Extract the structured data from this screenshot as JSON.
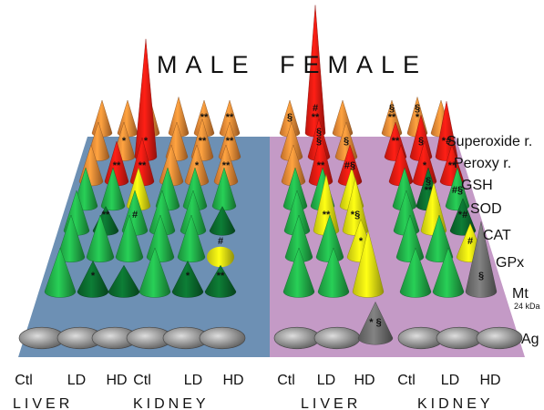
{
  "chart_data": {
    "type": "3d-cone",
    "panels": [
      {
        "key": "male",
        "title": "MALE",
        "organs": [
          "LIVER",
          "KIDNEY"
        ]
      },
      {
        "key": "female",
        "title": "FEMALE",
        "organs": [
          "LIVER",
          "KIDNEY"
        ]
      }
    ],
    "groups": [
      "Ctl",
      "LD",
      "HD"
    ],
    "rows": [
      {
        "label": "Superoxide r.",
        "sub": ""
      },
      {
        "label": "Peroxy r.",
        "sub": ""
      },
      {
        "label": "GSH",
        "sub": ""
      },
      {
        "label": "SOD",
        "sub": ""
      },
      {
        "label": "CAT",
        "sub": ""
      },
      {
        "label": "GPx",
        "sub": ""
      },
      {
        "label": "Mt",
        "sub": "24 kDa"
      },
      {
        "label": "Ag",
        "sub": ""
      }
    ],
    "colors": {
      "orange": "#f08a36",
      "red": "#ea1a12",
      "green": "#22b04a",
      "darkgreen": "#0b6b2e",
      "yellow": "#ecea12",
      "gray": "#6f6f6f",
      "male_plane": "#6d90b4",
      "female_plane": "#c49ac6"
    },
    "cells": [
      [
        {
          "c": "orange",
          "h": 1.0,
          "m": ""
        },
        {
          "c": "orange",
          "h": 1.0,
          "m": ""
        },
        {
          "c": "orange",
          "h": 1.1,
          "m": ""
        },
        {
          "c": "orange",
          "h": 1.1,
          "m": ""
        },
        {
          "c": "orange",
          "h": 1.0,
          "m": "**"
        },
        {
          "c": "orange",
          "h": 1.0,
          "m": "**"
        },
        {
          "c": "orange",
          "h": 1.0,
          "m": "§"
        },
        {
          "c": "red",
          "h": 3.9,
          "m": "#\n**"
        },
        {
          "c": "orange",
          "h": 1.0,
          "m": ""
        },
        {
          "c": "orange",
          "h": 1.0,
          "m": "§\n**"
        },
        {
          "c": "orange",
          "h": 1.1,
          "m": "§\n*"
        },
        {
          "c": "orange",
          "h": 1.0,
          "m": ""
        }
      ],
      [
        {
          "c": "orange",
          "h": 1.0,
          "m": ""
        },
        {
          "c": "orange",
          "h": 1.0,
          "m": "*"
        },
        {
          "c": "red",
          "h": 3.4,
          "m": "*"
        },
        {
          "c": "orange",
          "h": 1.0,
          "m": ""
        },
        {
          "c": "orange",
          "h": 1.1,
          "m": "**"
        },
        {
          "c": "orange",
          "h": 1.0,
          "m": "**"
        },
        {
          "c": "orange",
          "h": 1.0,
          "m": ""
        },
        {
          "c": "red",
          "h": 1.1,
          "m": "§\n§"
        },
        {
          "c": "orange",
          "h": 1.0,
          "m": "§"
        },
        {
          "c": "red",
          "h": 1.0,
          "m": "**"
        },
        {
          "c": "red",
          "h": 1.2,
          "m": "§"
        },
        {
          "c": "red",
          "h": 1.6,
          "m": "*#"
        }
      ],
      [
        {
          "c": "orange",
          "h": 1.0,
          "m": ""
        },
        {
          "c": "red",
          "h": 1.1,
          "m": "**"
        },
        {
          "c": "red",
          "h": 1.2,
          "m": "**"
        },
        {
          "c": "orange",
          "h": 1.0,
          "m": ""
        },
        {
          "c": "orange",
          "h": 1.0,
          "m": "*"
        },
        {
          "c": "orange",
          "h": 1.0,
          "m": "**"
        },
        {
          "c": "orange",
          "h": 1.0,
          "m": ""
        },
        {
          "c": "red",
          "h": 1.3,
          "m": "**"
        },
        {
          "c": "red",
          "h": 1.0,
          "m": "#§"
        },
        {
          "c": "red",
          "h": 1.0,
          "m": ""
        },
        {
          "c": "red",
          "h": 1.1,
          "m": "*"
        },
        {
          "c": "red",
          "h": 1.0,
          "m": "**"
        }
      ],
      [
        {
          "c": "green",
          "h": 1.0,
          "m": ""
        },
        {
          "c": "green",
          "h": 1.0,
          "m": ""
        },
        {
          "c": "yellow",
          "h": 1.0,
          "m": ""
        },
        {
          "c": "green",
          "h": 1.0,
          "m": ""
        },
        {
          "c": "green",
          "h": 1.0,
          "m": ""
        },
        {
          "c": "green",
          "h": 1.0,
          "m": ""
        },
        {
          "c": "green",
          "h": 1.0,
          "m": ""
        },
        {
          "c": "green",
          "h": 1.0,
          "m": ""
        },
        {
          "c": "yellow",
          "h": 1.0,
          "m": ""
        },
        {
          "c": "green",
          "h": 1.0,
          "m": ""
        },
        {
          "c": "darkgreen",
          "h": 1.0,
          "m": "§\n**"
        },
        {
          "c": "green",
          "h": 1.0,
          "m": "#§"
        }
      ],
      [
        {
          "c": "green",
          "h": 1.0,
          "m": ""
        },
        {
          "c": "darkgreen",
          "h": 0.6,
          "m": "**"
        },
        {
          "c": "green",
          "h": 1.0,
          "m": "#"
        },
        {
          "c": "green",
          "h": 1.0,
          "m": ""
        },
        {
          "c": "green",
          "h": 1.0,
          "m": ""
        },
        {
          "c": "darkgreen",
          "h": 0.6,
          "m": ""
        },
        {
          "c": "green",
          "h": 1.0,
          "m": ""
        },
        {
          "c": "yellow",
          "h": 1.4,
          "m": "**"
        },
        {
          "c": "yellow",
          "h": 1.3,
          "m": "*§"
        },
        {
          "c": "green",
          "h": 1.0,
          "m": ""
        },
        {
          "c": "yellow",
          "h": 1.2,
          "m": ""
        },
        {
          "c": "darkgreen",
          "h": 0.8,
          "m": "*#"
        }
      ],
      [
        {
          "c": "green",
          "h": 1.0,
          "m": ""
        },
        {
          "c": "green",
          "h": 1.0,
          "m": ""
        },
        {
          "c": "green",
          "h": 1.0,
          "m": ""
        },
        {
          "c": "green",
          "h": 1.0,
          "m": ""
        },
        {
          "c": "green",
          "h": 1.0,
          "m": ""
        },
        {
          "c": "yellow",
          "h": 0.05,
          "m": "#"
        },
        {
          "c": "green",
          "h": 1.0,
          "m": ""
        },
        {
          "c": "green",
          "h": 1.0,
          "m": ""
        },
        {
          "c": "yellow",
          "h": 0.9,
          "m": "*"
        },
        {
          "c": "green",
          "h": 1.0,
          "m": ""
        },
        {
          "c": "green",
          "h": 1.0,
          "m": ""
        },
        {
          "c": "yellow",
          "h": 0.8,
          "m": "#"
        }
      ],
      [
        {
          "c": "green",
          "h": 1.0,
          "m": ""
        },
        {
          "c": "darkgreen",
          "h": 0.7,
          "m": "*"
        },
        {
          "c": "darkgreen",
          "h": 0.6,
          "m": ""
        },
        {
          "c": "green",
          "h": 1.0,
          "m": ""
        },
        {
          "c": "darkgreen",
          "h": 0.7,
          "m": "*"
        },
        {
          "c": "darkgreen",
          "h": 0.6,
          "m": "**"
        },
        {
          "c": "green",
          "h": 1.0,
          "m": ""
        },
        {
          "c": "green",
          "h": 1.0,
          "m": ""
        },
        {
          "c": "yellow",
          "h": 1.4,
          "m": ""
        },
        {
          "c": "green",
          "h": 1.0,
          "m": ""
        },
        {
          "c": "green",
          "h": 1.0,
          "m": ""
        },
        {
          "c": "gray",
          "h": 1.6,
          "m": "§"
        }
      ],
      [
        {
          "c": "gray",
          "h": 0.0,
          "m": ""
        },
        {
          "c": "gray",
          "h": 0.0,
          "m": ""
        },
        {
          "c": "gray",
          "h": 0.0,
          "m": ""
        },
        {
          "c": "gray",
          "h": 0.0,
          "m": ""
        },
        {
          "c": "gray",
          "h": 0.0,
          "m": ""
        },
        {
          "c": "gray",
          "h": 0.0,
          "m": ""
        },
        {
          "c": "gray",
          "h": 0.0,
          "m": ""
        },
        {
          "c": "gray",
          "h": 0.0,
          "m": ""
        },
        {
          "c": "gray",
          "h": 0.9,
          "m": "* §"
        },
        {
          "c": "gray",
          "h": 0.0,
          "m": ""
        },
        {
          "c": "gray",
          "h": 0.0,
          "m": ""
        },
        {
          "c": "gray",
          "h": 0.0,
          "m": ""
        }
      ]
    ]
  }
}
